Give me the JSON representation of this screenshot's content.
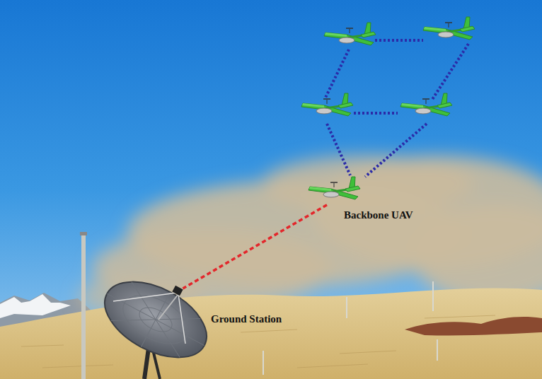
{
  "diagram": {
    "nodes": [
      {
        "text": [
          "Backbone UAV"
        ]
      },
      {
        "text": [
          "Ground Station"
        ]
      }
    ],
    "edges": [
      {
        "from": 0,
        "to": 1,
        "arrow": "none"
      }
    ]
  }
}
